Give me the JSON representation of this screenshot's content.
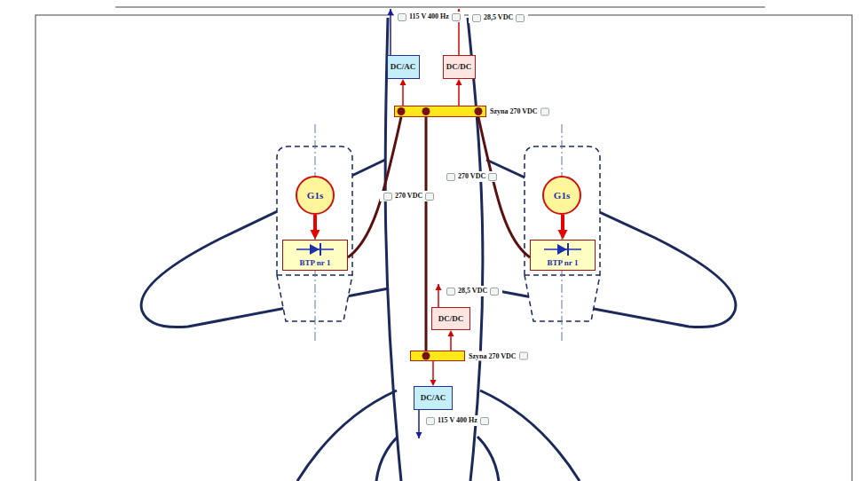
{
  "diagram": {
    "nodes": [
      {
        "text": [
          "DC/AC"
        ]
      },
      {
        "text": [
          "DC/DC"
        ]
      },
      {
        "text": [
          "Szyna 270 VDC"
        ]
      },
      {
        "text": [
          "G1s"
        ]
      },
      {
        "text": [
          "BTP nr 1"
        ]
      },
      {
        "text": [
          "G1s"
        ]
      },
      {
        "text": [
          "BTP nr 1"
        ]
      },
      {
        "text": [
          "DC/DC"
        ]
      },
      {
        "text": [
          "Szyna 270 VDC"
        ]
      },
      {
        "text": [
          "DC/AC"
        ]
      }
    ],
    "edges": [
      {
        "from": 2,
        "to": 0,
        "arrow": "to"
      },
      {
        "from": 2,
        "to": 1,
        "arrow": "to"
      },
      {
        "from": 3,
        "to": 4,
        "arrow": "to"
      },
      {
        "from": 5,
        "to": 6,
        "arrow": "to"
      },
      {
        "from": 4,
        "to": 2,
        "arrow": "none"
      },
      {
        "from": 6,
        "to": 2,
        "arrow": "none"
      },
      {
        "from": 2,
        "to": 8,
        "arrow": "none"
      },
      {
        "from": 8,
        "to": 7,
        "arrow": "to"
      },
      {
        "from": 8,
        "to": 9,
        "arrow": "to"
      }
    ],
    "labels": [
      "115 V 400 Hz",
      "28,5 VDC",
      "270 VDC",
      "270 VDC",
      "28,5 VDC",
      "115 V 400 Hz"
    ]
  }
}
